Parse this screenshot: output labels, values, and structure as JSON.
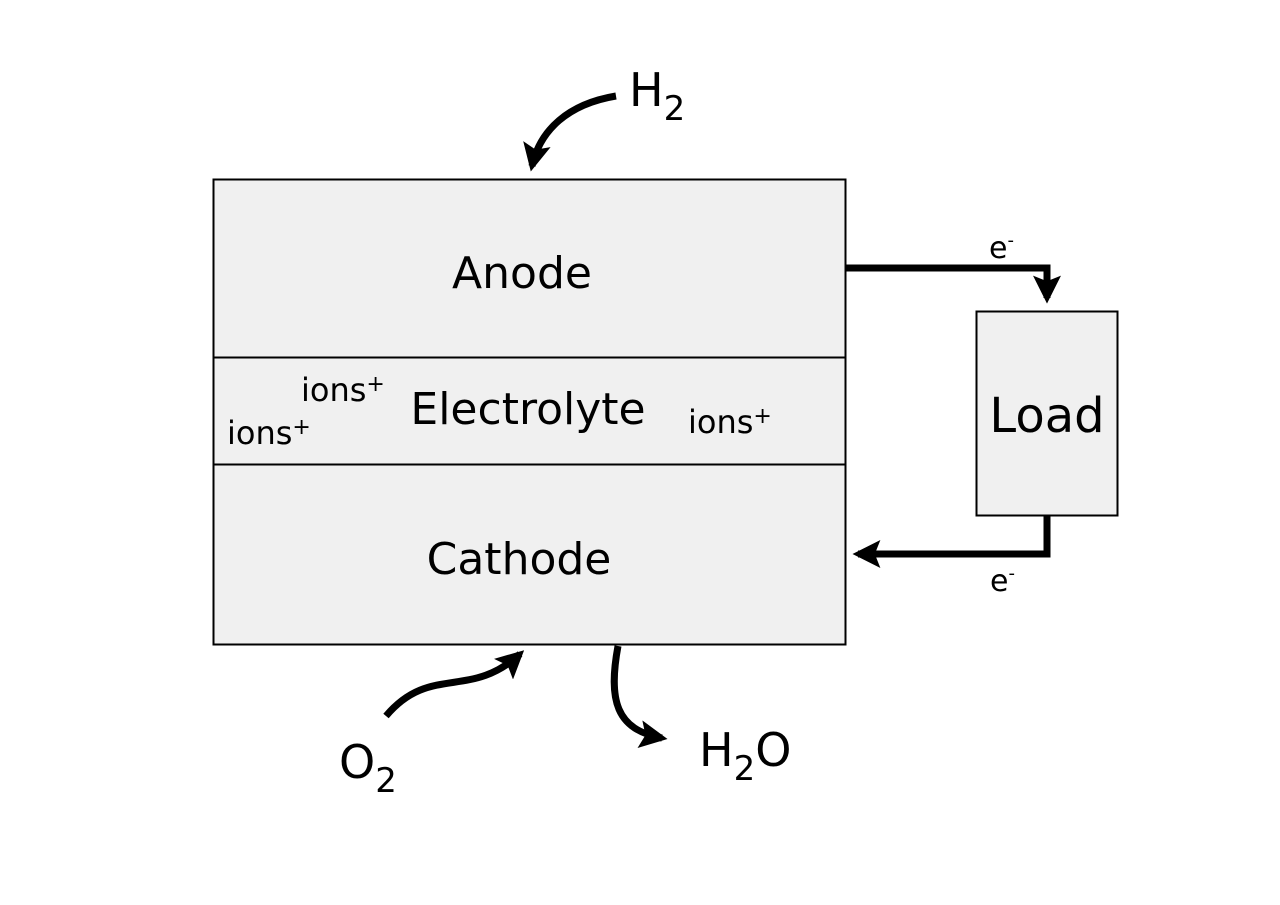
{
  "cell": {
    "anode_label": "Anode",
    "electrolyte_label": "Electrolyte",
    "cathode_label": "Cathode",
    "ions": [
      "ions",
      "ions",
      "ions"
    ],
    "ion_charge": "+"
  },
  "circuit": {
    "load_label": "Load",
    "electron_label_top": "e",
    "electron_label_bottom": "e",
    "electron_charge": "-"
  },
  "species": {
    "hydrogen": {
      "base": "H",
      "sub": "2"
    },
    "oxygen": {
      "base": "O",
      "sub": "2"
    },
    "water": {
      "base": "H",
      "sub": "2",
      "tail": "O"
    }
  },
  "colors": {
    "fill": "#f0f0f0",
    "stroke": "#000000",
    "background": "#ffffff"
  }
}
